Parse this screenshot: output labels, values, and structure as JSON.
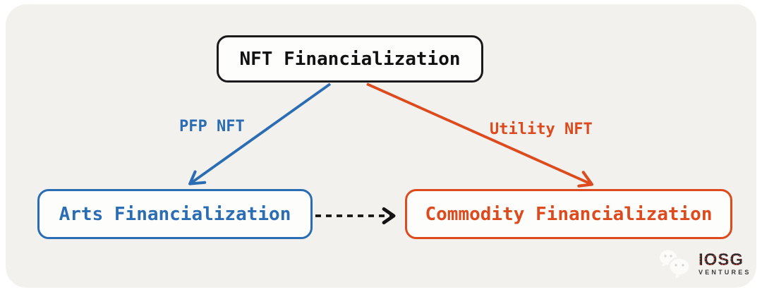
{
  "diagram": {
    "nodes": {
      "root": {
        "label": "NFT Financialization",
        "border_color": "#1a1a1a",
        "text_color": "#111111",
        "fill": "#fdfdfc"
      },
      "arts": {
        "label": "Arts Financialization",
        "border_color": "#2b6db3",
        "text_color": "#2b6db3",
        "fill": "#fdfdfc"
      },
      "commodity": {
        "label": "Commodity Financialization",
        "border_color": "#dd4a1d",
        "text_color": "#dd4a1d",
        "fill": "#fdfdfc"
      }
    },
    "edges": {
      "pfp": {
        "label": "PFP NFT",
        "color": "#2b6db3",
        "from": "root",
        "to": "arts",
        "style": "solid"
      },
      "utility": {
        "label": "Utility NFT",
        "color": "#dd4a1d",
        "from": "root",
        "to": "commodity",
        "style": "solid"
      },
      "arts_to_commodity": {
        "label": "",
        "color": "#141414",
        "from": "arts",
        "to": "commodity",
        "style": "dashed"
      }
    },
    "colors": {
      "page_bg": "#ffffff",
      "canvas_bg": "#f2f1ee"
    }
  },
  "watermark": {
    "icon": "wechat-icon",
    "brand": "IOSG",
    "subtitle": "VENTURES",
    "accent_color": "#e8392e"
  }
}
